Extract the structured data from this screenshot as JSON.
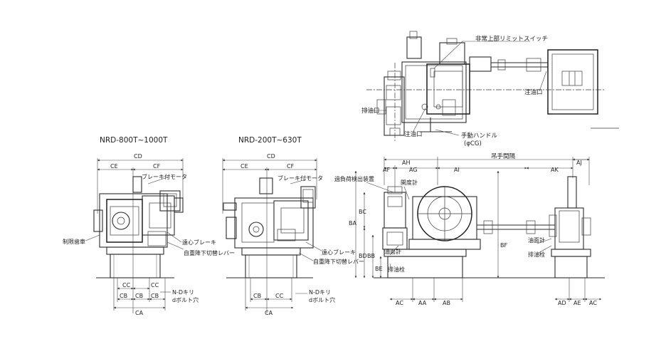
{
  "views": {
    "left_title": "NRD-800T~1000T",
    "middle_title": "NRD-200T~630T"
  },
  "notes": {
    "limit_switch": "非常上部リミットスイッチ",
    "oil_inlet_1": "注油口",
    "oil_inlet_2": "注油口",
    "oil_drain": "排油口",
    "hand_handle": "手動ハンドル",
    "hand_handle_dia": "(φCG)",
    "brake_motor_left": "ブレーキ付モータ",
    "brake_motor_mid": "ブレーキ付モータ",
    "centrifugal_brake_left": "遠心ブレーキ",
    "centrifugal_brake_mid": "遠心ブレーキ",
    "manual_lower_lever_left": "自重降下切替レバー",
    "manual_lower_lever_mid": "自重降下切替レバー",
    "limit_gear": "制限歯車",
    "overload_detector": "過負荷検出装置",
    "opening_meter": "開度計",
    "oil_gauge_1": "油面計",
    "oil_gauge_2": "油面計",
    "drain_plug_1": "排油栓",
    "drain_plug_2": "排油栓",
    "bolt_left_1": "N-Dキリ",
    "bolt_left_2": "dボルト穴",
    "bolt_mid_1": "N-Dキリ",
    "bolt_mid_2": "dボルト穴",
    "hoist_span": "吊手間隔"
  },
  "dims": {
    "cd": "CD",
    "ce": "CE",
    "cf": "CF",
    "cb": "CB",
    "cc": "CC",
    "ca": "CA",
    "ah": "AH",
    "af": "AF",
    "ag": "AG",
    "ai": "AI",
    "ak": "AK",
    "aj": "AJ",
    "ba": "BA",
    "bc": "BC",
    "bd": "BD",
    "bb": "BB",
    "be": "BE",
    "bf": "BF",
    "ac": "AC",
    "aa": "AA",
    "ab": "AB",
    "ad": "AD",
    "ae": "AE"
  }
}
